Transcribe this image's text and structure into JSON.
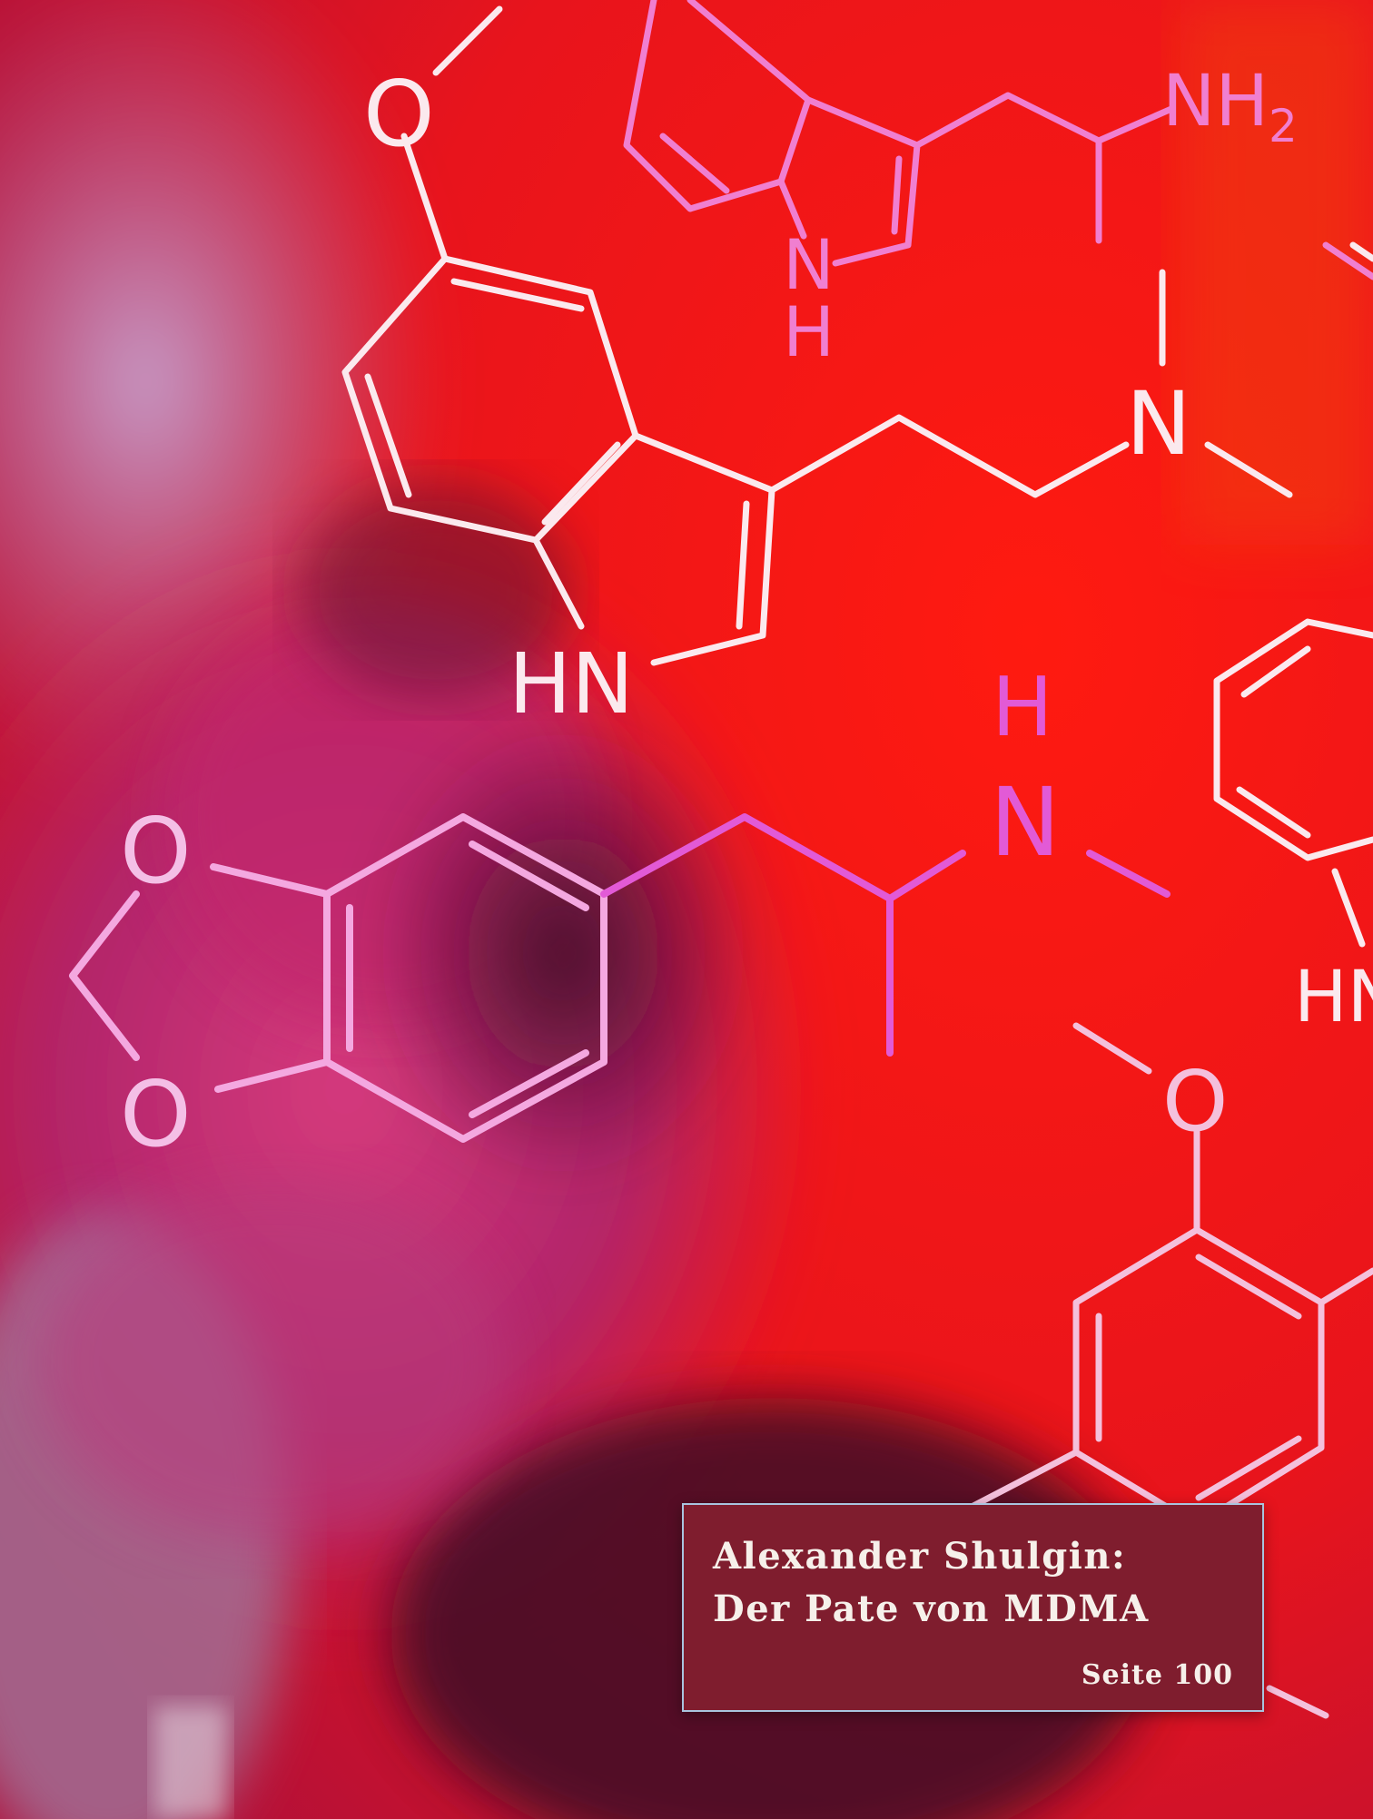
{
  "caption": {
    "title_line1": "Alexander Shulgin:",
    "title_line2": "Der Pate von MDMA",
    "page_ref": "Seite 100"
  },
  "molecules": {
    "labels": {
      "o_top": "O",
      "nh2": "NH",
      "nh2_sub": "2",
      "nh_indole_top_n": "N",
      "nh_indole_top_h": "H",
      "n_dimethyl": "N",
      "hn_left": "HN",
      "h_mdma": "H",
      "n_mdma": "N",
      "o_mdma_top": "O",
      "o_mdma_bottom": "O",
      "hn_right": "HN",
      "o_right": "O"
    }
  },
  "colors": {
    "background_red": "#e8141c",
    "caption_box": "#7f1d2e",
    "caption_border": "#a9c4de",
    "bond_white": "#fbe9ee",
    "bond_pink": "#f07fd0",
    "bond_magenta": "#e25ad6"
  }
}
